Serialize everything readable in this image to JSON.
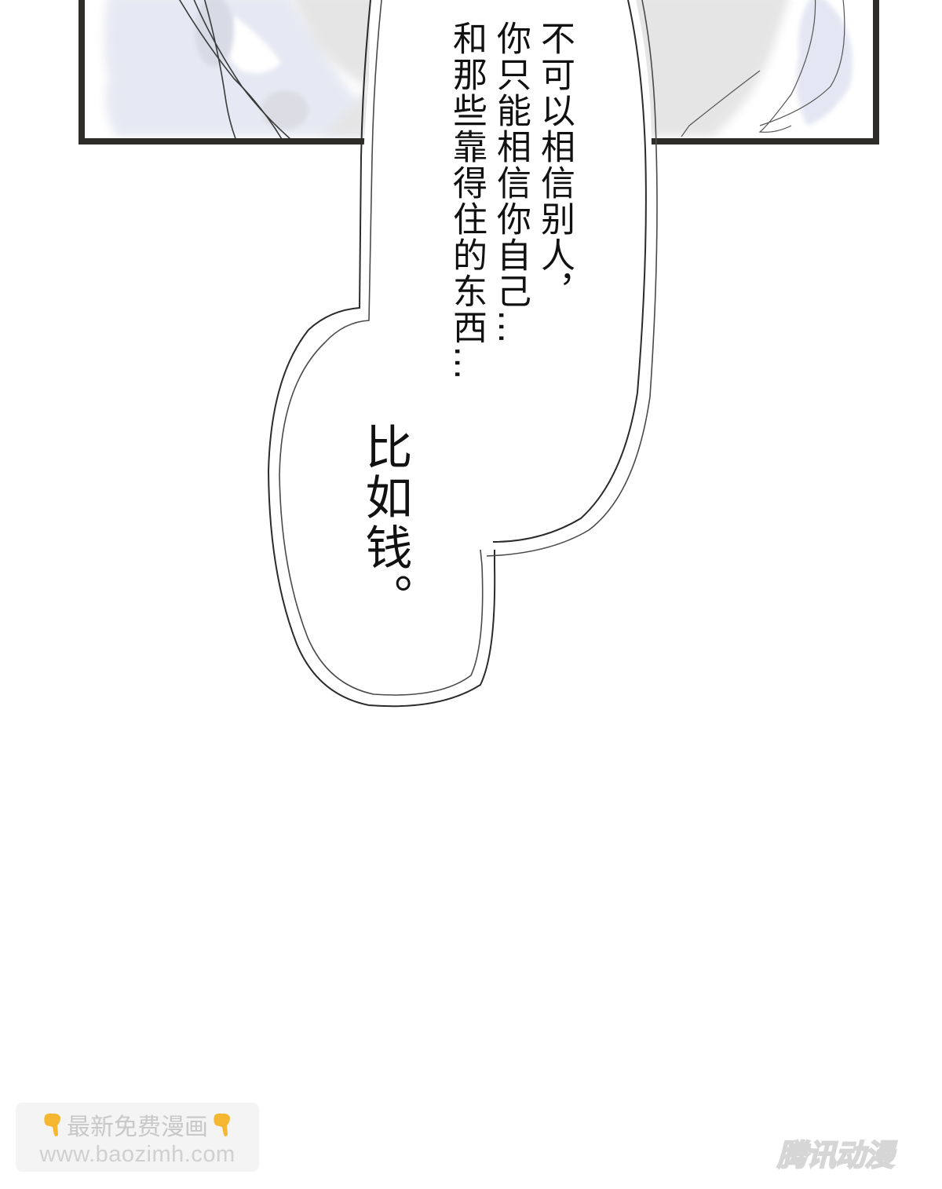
{
  "page": {
    "background": "#ffffff",
    "kind": "manga-page"
  },
  "panel": {
    "border_color": "#2e2c28",
    "wash_colors": [
      "#e6e6e8",
      "#e4e7f1",
      "#d9dce6"
    ],
    "description": "watercolor wash panel with hair strands"
  },
  "speech_bubble": {
    "outline_color": "#222222",
    "columns": [
      "不可以相信别人，",
      "你只能相信你自己…",
      "和那些靠得住的东西…"
    ],
    "emphasis": "比如钱。"
  },
  "watermark": {
    "line1": "最新免费漫画",
    "line2": "www.baozimh.com",
    "icon": "pointing-down-hand-icon",
    "icon_color": "#f5b731"
  },
  "logo": {
    "text": "腾讯动漫"
  }
}
